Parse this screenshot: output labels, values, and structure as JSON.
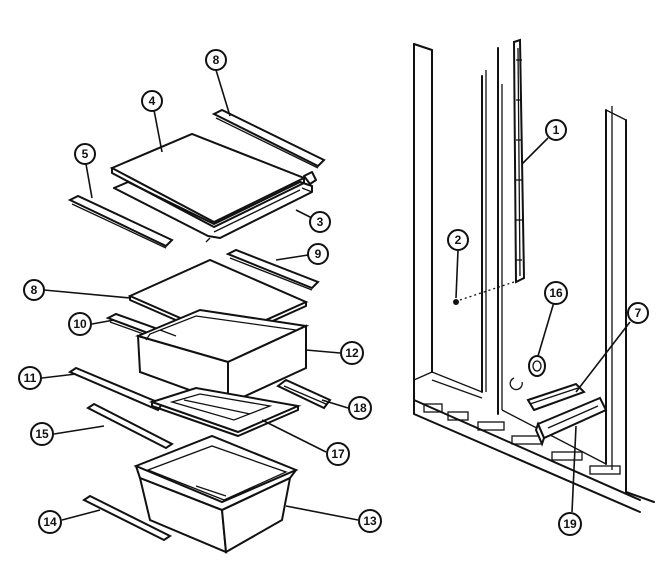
{
  "callouts": [
    {
      "id": "c8a",
      "label": "8"
    },
    {
      "id": "c4",
      "label": "4"
    },
    {
      "id": "c5",
      "label": "5"
    },
    {
      "id": "c3",
      "label": "3"
    },
    {
      "id": "c9",
      "label": "9"
    },
    {
      "id": "c8b",
      "label": "8"
    },
    {
      "id": "c10",
      "label": "10"
    },
    {
      "id": "c12",
      "label": "12"
    },
    {
      "id": "c11",
      "label": "11"
    },
    {
      "id": "c18",
      "label": "18"
    },
    {
      "id": "c15",
      "label": "15"
    },
    {
      "id": "c17",
      "label": "17"
    },
    {
      "id": "c14",
      "label": "14"
    },
    {
      "id": "c13",
      "label": "13"
    },
    {
      "id": "c1",
      "label": "1"
    },
    {
      "id": "c2",
      "label": "2"
    },
    {
      "id": "c16",
      "label": "16"
    },
    {
      "id": "c7",
      "label": "7"
    },
    {
      "id": "c19",
      "label": "19"
    }
  ]
}
